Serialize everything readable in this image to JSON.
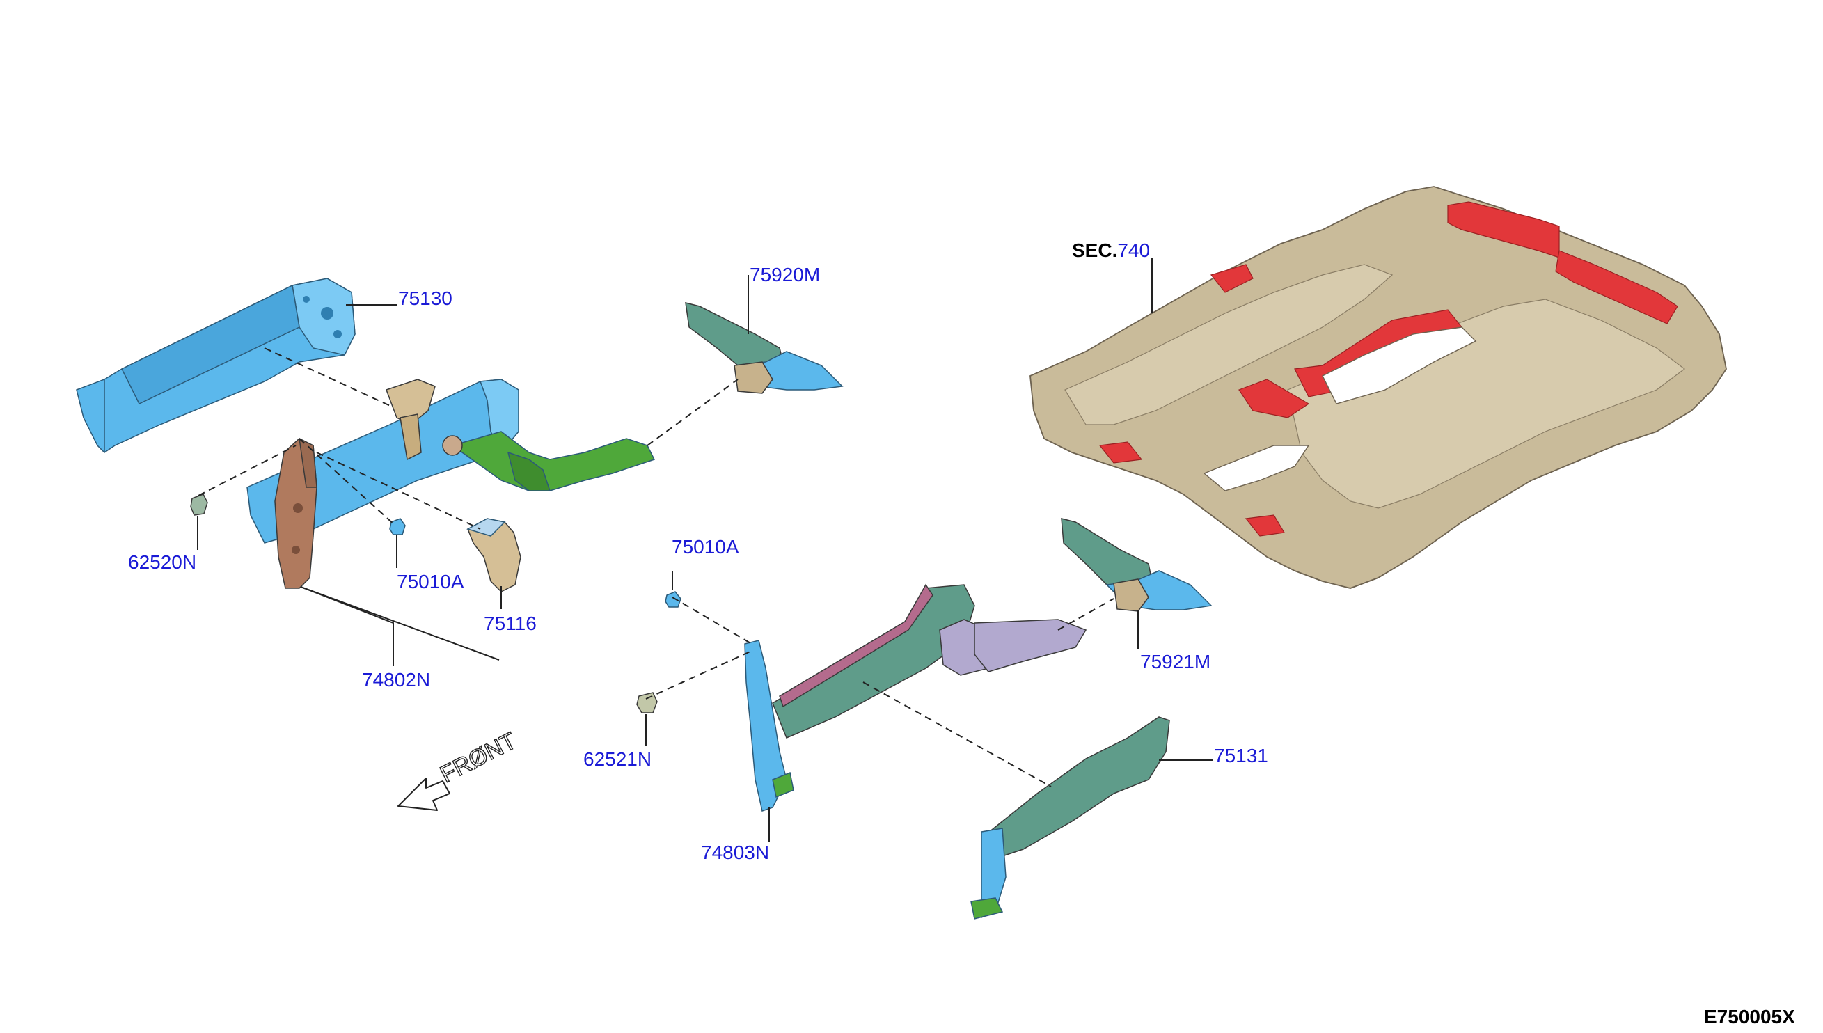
{
  "diagram_code": "E750005X",
  "front_label": "FRØNT",
  "section_ref": {
    "prefix": "SEC.",
    "number": "740"
  },
  "part_numbers": {
    "p75130": "75130",
    "p75920M": "75920M",
    "p62520N": "62520N",
    "p75010A_left": "75010A",
    "p75116": "75116",
    "p74802N": "74802N",
    "p75010A_right": "75010A",
    "p62521N": "62521N",
    "p74803N": "74803N",
    "p75921M": "75921M",
    "p75131": "75131"
  },
  "colors": {
    "part_blue": "#5bb8ec",
    "part_teal": "#5f9c8a",
    "part_green": "#4fa83a",
    "part_brown": "#b07a5e",
    "part_tan": "#d5bf96",
    "part_mauve": "#b78aa4",
    "part_lavender": "#b2a9cf",
    "floor_tan": "#c9bb9a",
    "floor_red": "#e2373a",
    "label_blue": "#1a1ad6"
  }
}
